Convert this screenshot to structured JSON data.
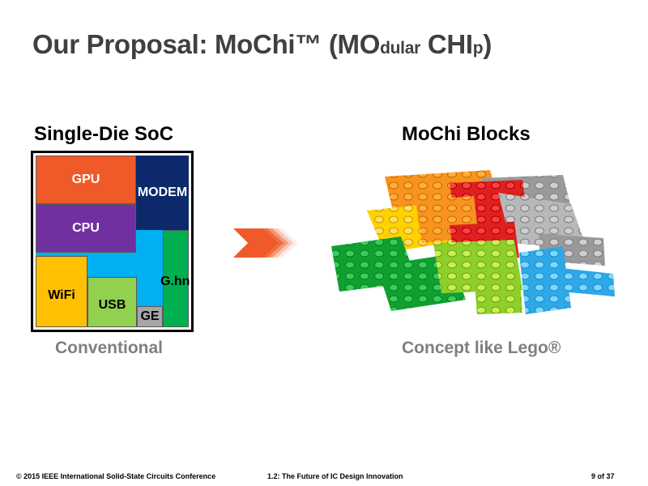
{
  "title": {
    "prefix": "Our Proposal: MoChi™ (MO",
    "dular": "dular",
    "chi": " CHI",
    "p": "p",
    "close": ")"
  },
  "left": {
    "heading": "Single-Die SoC",
    "caption": "Conventional",
    "blocks": {
      "gpu": "GPU",
      "modem": "MODEM",
      "cpu": "CPU",
      "ghn": "G.hn",
      "wifi": "WiFi",
      "usb": "USB",
      "ge": "GE"
    }
  },
  "right": {
    "heading": "MoChi Blocks",
    "caption": "Concept like Lego®"
  },
  "colors": {
    "gpu": "#f05a28",
    "modem": "#0c2a6b",
    "cpu": "#7030a0",
    "background_block": "#00b0f0",
    "ghn": "#00b050",
    "wifi": "#ffc000",
    "usb": "#92d050",
    "ge": "#a6a6a6",
    "arrow": "#f05a28"
  },
  "footer": {
    "left": "© 2015 IEEE International Solid-State Circuits Conference",
    "center": "1.2: The Future of IC Design Innovation",
    "right": "9 of 37"
  }
}
